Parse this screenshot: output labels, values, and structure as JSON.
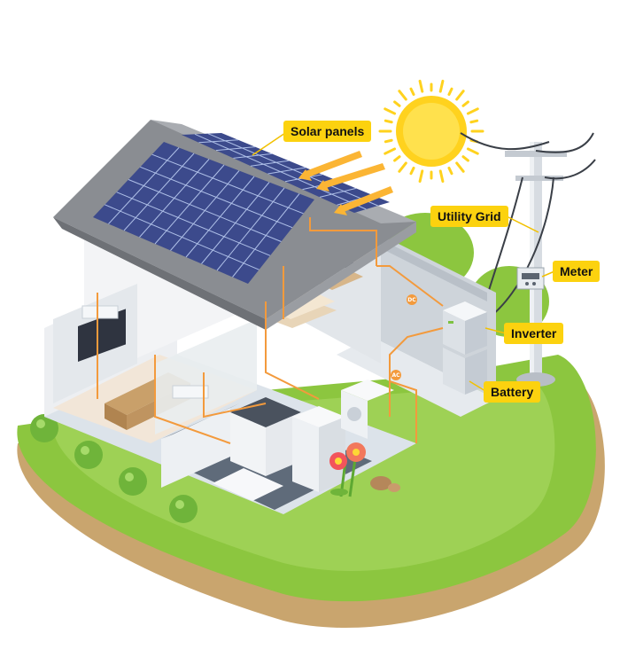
{
  "labels": {
    "solar_panels": "Solar panels",
    "utility_grid": "Utility Grid",
    "meter": "Meter",
    "inverter": "Inverter",
    "battery": "Battery"
  },
  "tags": {
    "dc": "DC",
    "ac": "AC"
  },
  "colors": {
    "label_bg": "#FCD20F",
    "sun": "#FFD21E",
    "wire": "#F39A3C",
    "grass": "#8CC63F",
    "soil": "#C9A56E",
    "roof": "#8A8D92",
    "panel": "#3C4A8C"
  }
}
